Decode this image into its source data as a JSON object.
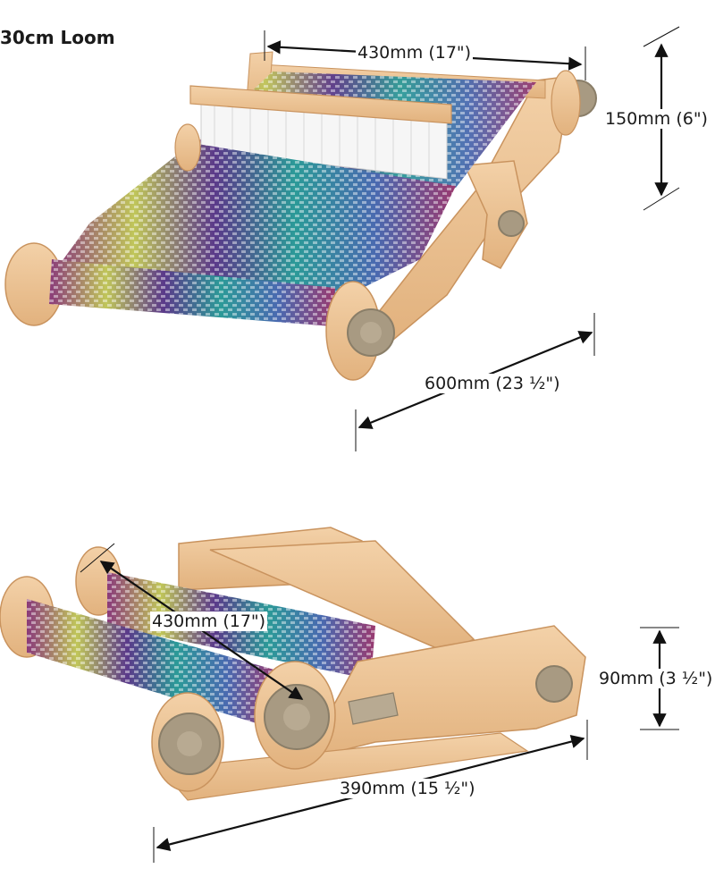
{
  "title": "30cm Loom",
  "dimensions": {
    "top_width": "430mm (17\")",
    "top_height": "150mm (6\")",
    "top_depth": "600mm (23 ½\")",
    "bottom_width": "430mm (17\")",
    "bottom_height": "90mm (3 ½\")",
    "bottom_depth": "390mm (15 ½\")"
  },
  "colors": {
    "wood": "#eec79a",
    "wood_dark": "#d9a672",
    "knob": "#a89a82",
    "warp": "#f4f4f4",
    "stripe_magenta": "#b0306a",
    "stripe_lime": "#c2cc5a",
    "stripe_purple": "#5a3a8a",
    "stripe_teal": "#2a9a9a",
    "stripe_blue": "#4a6ab0"
  }
}
